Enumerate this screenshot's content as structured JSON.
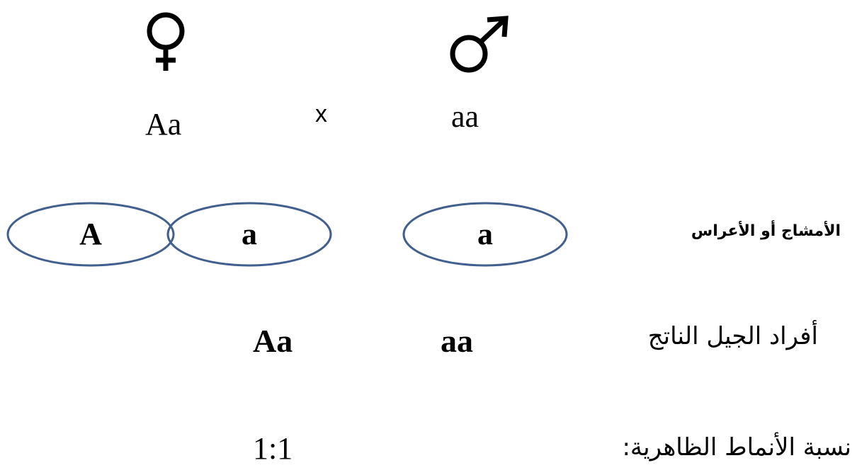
{
  "parents": {
    "female": {
      "symbol_icon": "female-symbol-icon",
      "genotype": "Aa"
    },
    "cross_sign": "x",
    "male": {
      "symbol_icon": "male-symbol-icon",
      "genotype": "aa"
    }
  },
  "gametes": {
    "label": "الأمشاج أو الأعراس",
    "female": [
      "A",
      "a"
    ],
    "male": [
      "a"
    ]
  },
  "offspring": {
    "label": "أفراد الجيل الناتج",
    "genotypes": [
      "Aa",
      "aa"
    ]
  },
  "phenotype_ratio": {
    "label": "نسبة الأنماط الظاهرية:",
    "value": "1:1"
  },
  "colors": {
    "ellipse_stroke": "#41608f"
  }
}
